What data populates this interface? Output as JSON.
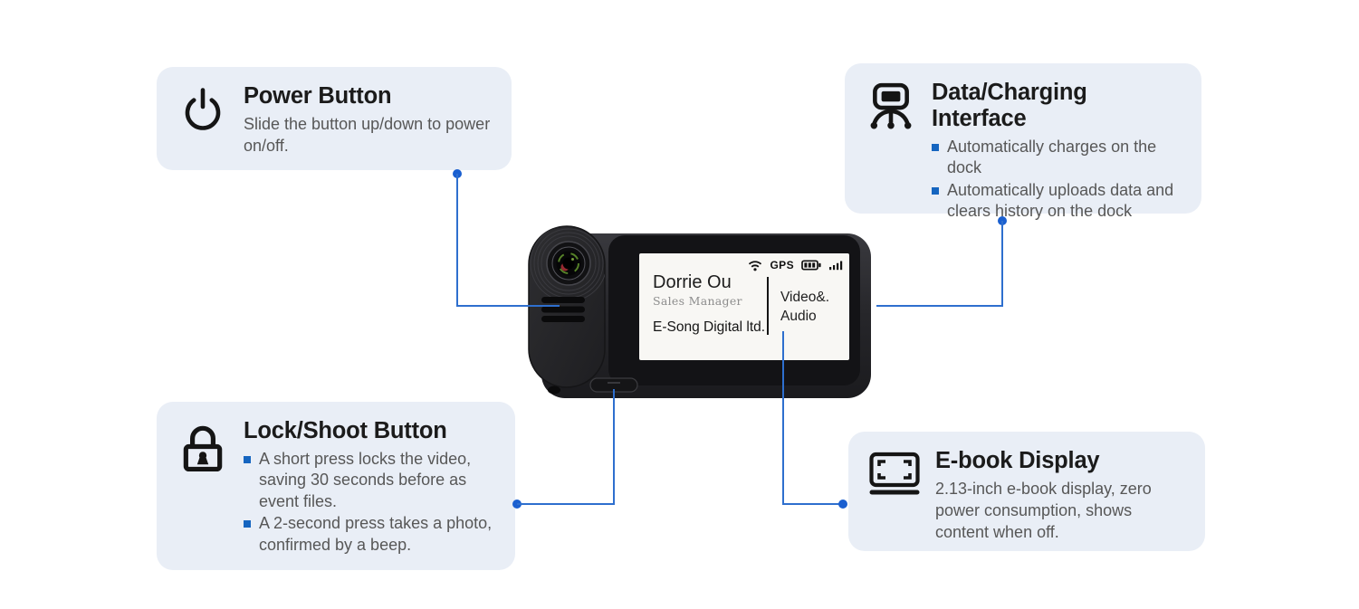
{
  "colors": {
    "card_bg": "#e9eef6",
    "connector_line": "#2e6fce",
    "connector_dot": "#1a5fd0",
    "bullet": "#1565c0",
    "title_text": "#1b1b1b",
    "body_text": "#575757"
  },
  "cards": {
    "power": {
      "icon": "power-icon",
      "title": "Power Button",
      "description": "Slide the button up/down to power on/off."
    },
    "data_charging": {
      "icon": "dock-icon",
      "title": "Data/Charging Interface",
      "bullets": [
        "Automatically charges on the dock",
        "Automatically uploads data and clears history on the dock"
      ]
    },
    "lock_shoot": {
      "icon": "padlock-icon",
      "title": "Lock/Shoot Button",
      "bullets": [
        "A short press locks the video, saving 30 seconds before as event files.",
        "A 2-second press takes a photo, confirmed by a beep."
      ]
    },
    "ebook": {
      "icon": "ebook-display-icon",
      "title": "E-book Display",
      "description": "2.13-inch e-book display, zero power consumption, shows content when off."
    }
  },
  "device": {
    "name": "body-camera",
    "screen": {
      "status_bar": {
        "icons": [
          "wifi-icon",
          "battery-icon",
          "signal-icon"
        ],
        "gps": "GPS"
      },
      "owner_name": "Dorrie Ou",
      "owner_title": "Sales Manager",
      "company": "E-Song Digital ltd.",
      "mode_line1": "Video&.",
      "mode_line2": "Audio"
    }
  }
}
